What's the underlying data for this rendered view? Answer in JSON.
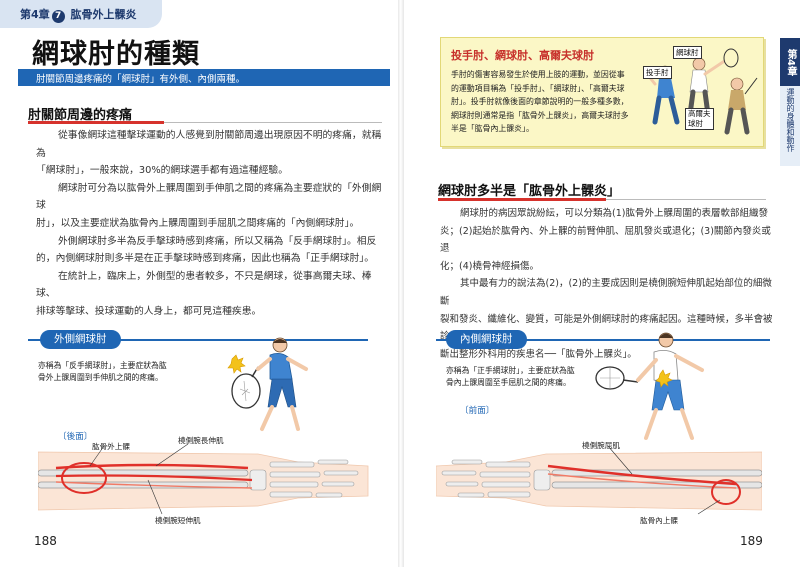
{
  "left_page": {
    "chapter": {
      "prefix": "第4章",
      "number": "7",
      "title": "肱骨外上髁炎"
    },
    "title": "網球肘的種類",
    "subtitle": "肘關節周邊疼痛的「網球肘」有外側、內側兩種。",
    "section1": {
      "heading": "肘關節周邊的疼痛",
      "lines": [
        "從事像網球這種擊球運動的人感覺到肘關節周邊出現原因不明的疼痛，就稱為",
        "「網球肘」，一般來說，30%的網球選手都有過這種經驗。",
        "網球肘可分為以肱骨外上髁周圍到手伸肌之間的疼痛為主要症狀的「外側網球",
        "肘」，以及主要症狀為肱骨內上髁周圍到手屈肌之間疼痛的「內側網球肘」。",
        "外側網球肘多半為反手擊球時感到疼痛，所以又稱為「反手網球肘」。相反",
        "的，內側網球肘則多半是在正手擊球時感到疼痛，因此也稱為「正手網球肘」。",
        "在統計上，臨床上，外側型的患者較多，不只是網球，從事高爾夫球、棒球、",
        "排球等擊球、投球運動的人身上，都可見這種疾患。"
      ]
    },
    "illustration": {
      "pill": "外側網球肘",
      "note_lines": [
        "亦稱為「反手網球肘」，主要症狀為肱",
        "骨外上髁周圍到手伸肌之間的疼痛。"
      ],
      "view": "〔後面〕",
      "labels": {
        "epicondyle": "肱骨外上髁",
        "ecrl": "橈側腕長伸肌",
        "ecrb": "橈側腕短伸肌"
      }
    },
    "page_number": "188"
  },
  "right_page": {
    "callout": {
      "title": "投手肘、網球肘、高爾夫球肘",
      "lines": [
        "手肘的傷害容易發生於使用上肢的運動，並因從事",
        "的運動項目稱為「投手肘」、「網球肘」、「高爾夫球",
        "肘」。投手肘就像後面的章節說明的一般多種多數，",
        "網球肘則通常是指「肱骨外上髁炎」，高爾夫球肘多",
        "半是「肱骨內上髁炎」。"
      ],
      "tags": {
        "tennis": "網球肘",
        "pitcher": "投手肘",
        "golf_1": "高爾夫",
        "golf_2": "球肘"
      }
    },
    "section2": {
      "heading": "網球肘多半是「肱骨外上髁炎」",
      "lines": [
        "網球肘的病因眾說紛紜，可以分類為(1)肱骨外上髁周圍的表層軟部組織發",
        "炎；(2)起始於肱骨內、外上髁的前臂伸肌、屈肌發炎或退化；(3)關節內發炎或退",
        "化；(4)橈骨神經損傷。",
        "其中最有力的說法為(2)，(2)的主要成因則是橈側腕短伸肌起始部位的細微斷",
        "裂和發炎、纖維化、變質，可能是外側網球肘的疼痛起因。這種時候，多半會被診",
        "斷出整形外科用的疾患名──「肱骨外上髁炎」。"
      ]
    },
    "illustration": {
      "pill": "內側網球肘",
      "note_lines": [
        "亦稱為「正手網球肘」，主要症狀為肱",
        "骨內上髁周圍至手屈肌之間的疼痛。"
      ],
      "view": "〔前面〕",
      "labels": {
        "fcr": "橈側腕屈肌",
        "epicondyle": "肱骨內上髁"
      }
    },
    "side_tab": {
      "chapter": "第4章",
      "label": "運動的身體和動作"
    },
    "page_number": "189"
  },
  "colors": {
    "accent_blue": "#1f66b4",
    "accent_red": "#d6322c",
    "callout_bg": "#fbf7c6",
    "chapter_navy": "#1e3a6e"
  }
}
